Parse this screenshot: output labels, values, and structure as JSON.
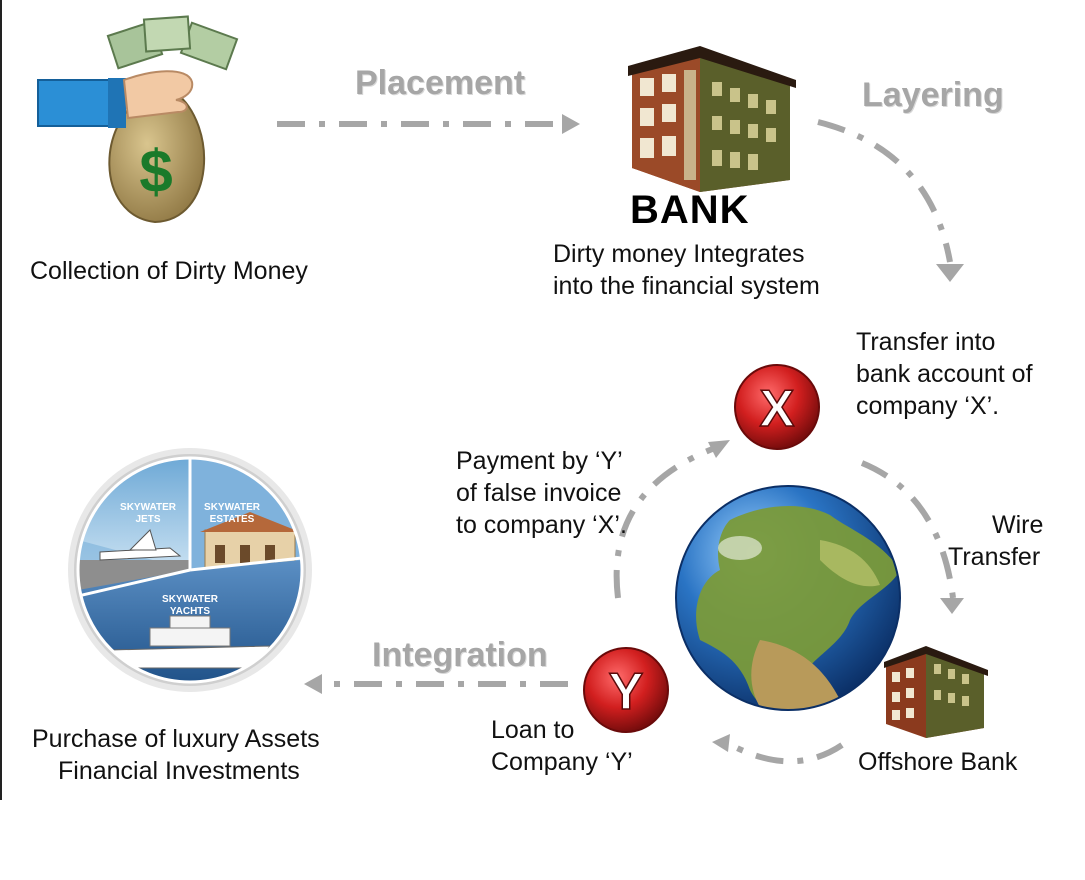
{
  "stages": {
    "placement": "Placement",
    "layering": "Layering",
    "integration": "Integration"
  },
  "nodes": {
    "collection_label": "Collection of Dirty Money",
    "bank_sign": "BANK",
    "bank_label_line1": "Dirty money Integrates",
    "bank_label_line2": "into the financial system",
    "transfer_label_line1": "Transfer into",
    "transfer_label_line2": "bank account of",
    "transfer_label_line3": "company ‘X’.",
    "company_x_badge": "X",
    "company_y_badge": "Y",
    "wire_label_line1": "Wire",
    "wire_label_line2": "Transfer",
    "offshore_label": "Offshore Bank",
    "loan_label_line1": "Loan to",
    "loan_label_line2": "Company ‘Y’",
    "payment_label_line1": "Payment by ‘Y’",
    "payment_label_line2": "of false invoice",
    "payment_label_line3": "to company ‘X’.",
    "assets_label_line1": "Purchase of luxury Assets",
    "assets_label_line2": "Financial Investments",
    "money_bag_symbol": "$"
  },
  "assets_circle": {
    "jets_line1": "SKYWATER",
    "jets_line2": "JETS",
    "estates_line1": "SKYWATER",
    "estates_line2": "ESTATES",
    "yachts_line1": "SKYWATER",
    "yachts_line2": "YACHTS"
  },
  "icons": [
    "money-bag-icon",
    "bank-building-icon",
    "globe-icon",
    "offshore-bank-icon",
    "company-x-badge-icon",
    "company-y-badge-icon",
    "luxury-assets-icon"
  ],
  "colors": {
    "arrow": "#a6a6a6",
    "stage_text": "#a6a6a6",
    "badge_red": "#cc1f1f",
    "cuff_blue": "#2b8fd6"
  }
}
